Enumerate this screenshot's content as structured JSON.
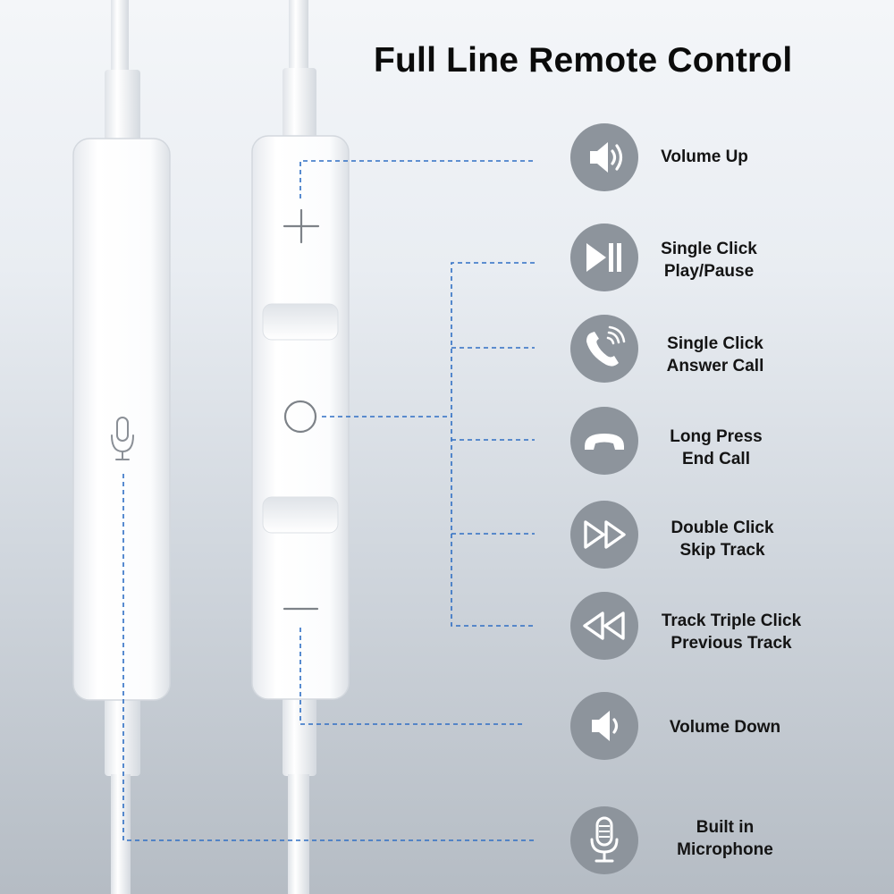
{
  "title": "Full Line Remote Control",
  "colors": {
    "icon_circle": "#8d949c",
    "icon_glyph": "#ffffff",
    "dashed_line": "#2f6fc4",
    "remote_body": "#ffffff",
    "button_glyph": "#7d8288"
  },
  "remote": {
    "mic_icon": "microphone-icon",
    "plus_icon": "plus-icon",
    "center_icon": "circle-button-icon",
    "minus_icon": "minus-icon"
  },
  "features": [
    {
      "icon": "volume-up-icon",
      "lines": [
        "Volume Up"
      ]
    },
    {
      "icon": "play-pause-icon",
      "lines": [
        "Single Click",
        "Play/Pause"
      ]
    },
    {
      "icon": "answer-call-icon",
      "lines": [
        "Single Click",
        "Answer Call"
      ]
    },
    {
      "icon": "end-call-icon",
      "lines": [
        "Long Press",
        "End Call"
      ]
    },
    {
      "icon": "skip-track-icon",
      "lines": [
        "Double Click",
        "Skip Track"
      ]
    },
    {
      "icon": "previous-track-icon",
      "lines": [
        "Track Triple Click",
        "Previous Track"
      ]
    },
    {
      "icon": "volume-down-icon",
      "lines": [
        "Volume Down"
      ]
    },
    {
      "icon": "microphone-icon",
      "lines": [
        "Built in",
        "Microphone"
      ]
    }
  ]
}
